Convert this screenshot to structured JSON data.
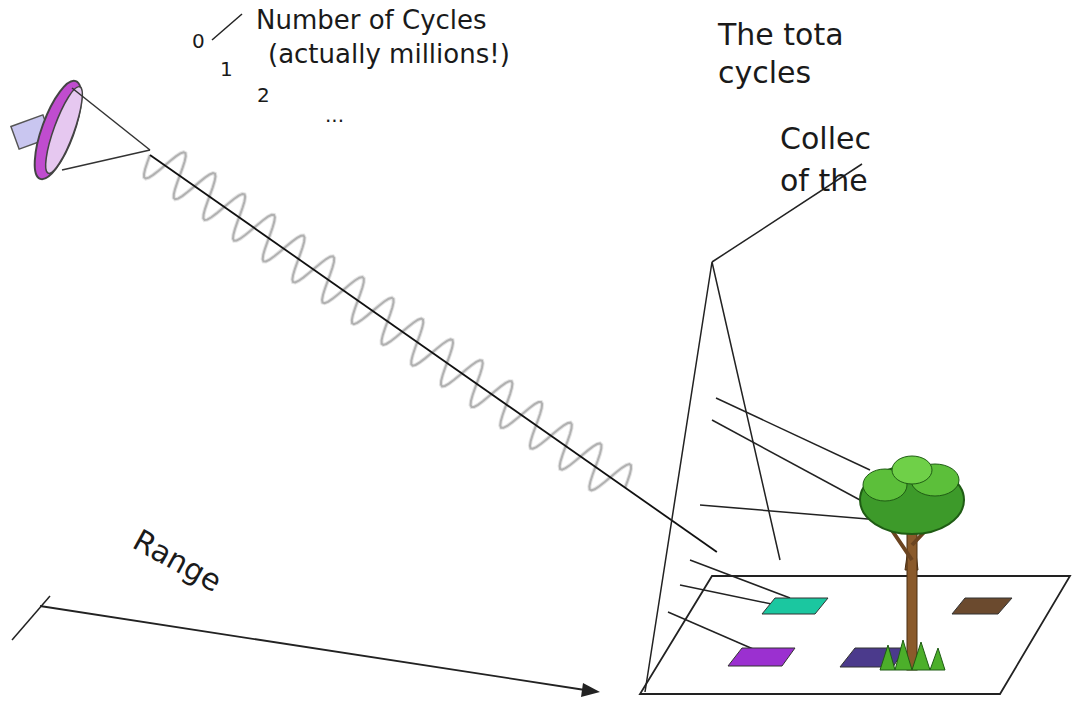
{
  "diagram": {
    "labels": [
      "Number of Cycles",
      "(actually millions!)",
      "0",
      "1",
      "2",
      "...",
      "Range",
      "The tota",
      "cycles",
      "Collec",
      "of the"
    ]
  }
}
